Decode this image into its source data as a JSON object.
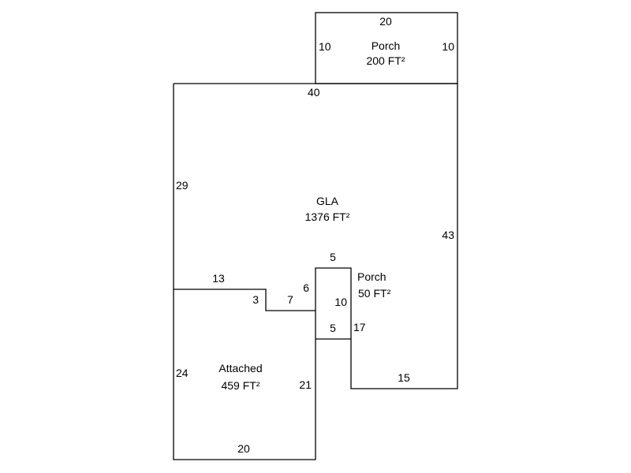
{
  "rooms": {
    "porch_top": {
      "name": "Porch",
      "area": "200 FT²"
    },
    "gla": {
      "name": "GLA",
      "area": "1376 FT²"
    },
    "porch_small": {
      "name": "Porch",
      "area": "50 FT²"
    },
    "attached": {
      "name": "Attached",
      "area": "459 FT²"
    }
  },
  "dimensions": {
    "porch_top_width": "20",
    "porch_top_left": "10",
    "porch_top_right": "10",
    "gla_top": "40",
    "gla_left": "29",
    "gla_right": "43",
    "gla_step_top": "13",
    "gla_step_drop": "3",
    "gla_step_run": "7",
    "porch_small_left": "6",
    "porch_small_top": "5",
    "porch_small_height": "10",
    "porch_small_bottom": "5",
    "gla_inner_right": "17",
    "gla_bottom": "15",
    "attached_left": "24",
    "attached_right": "21",
    "attached_bottom": "20"
  }
}
